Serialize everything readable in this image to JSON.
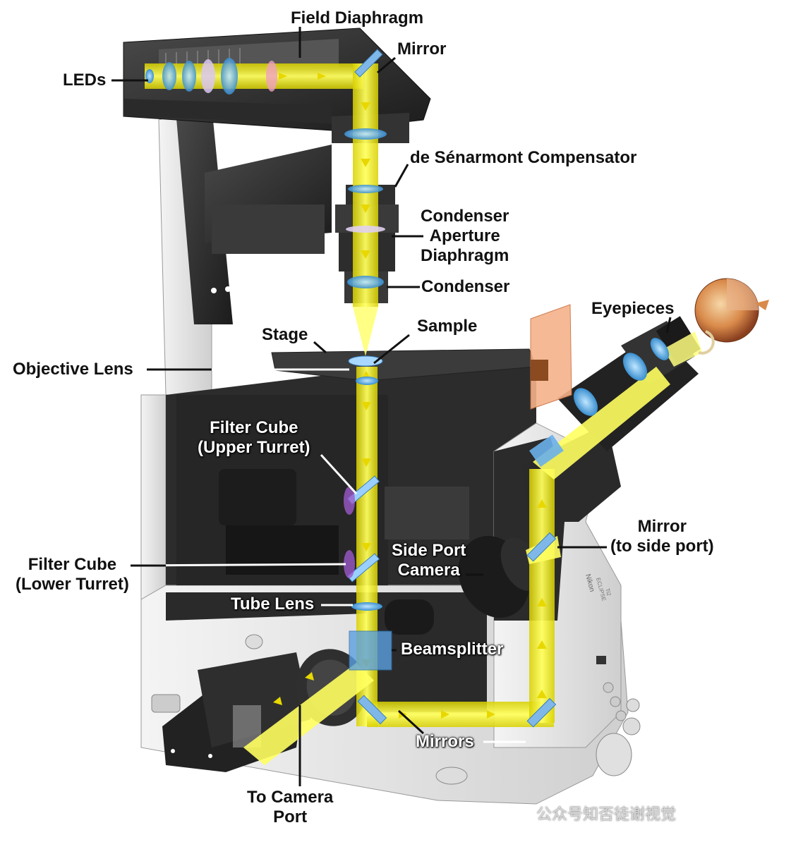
{
  "labels": {
    "field_diaphragm": "Field Diaphragm",
    "mirror_top": "Mirror",
    "leds": "LEDs",
    "compensator": "de Sénarmont Compensator",
    "condenser_aperture": [
      "Condenser",
      "Aperture",
      "Diaphragm"
    ],
    "condenser": "Condenser",
    "eyepieces": "Eyepieces",
    "stage": "Stage",
    "sample": "Sample",
    "objective_lens": "Objective Lens",
    "filter_cube_upper": [
      "Filter Cube",
      "(Upper Turret)"
    ],
    "mirror_side": [
      "Mirror",
      "(to side port)"
    ],
    "side_port_camera": [
      "Side Port",
      "Camera"
    ],
    "filter_cube_lower": [
      "Filter Cube",
      "(Lower Turret)"
    ],
    "tube_lens": "Tube Lens",
    "beamsplitter": "Beamsplitter",
    "mirrors_bottom": "Mirrors",
    "to_camera_port": [
      "To Camera",
      "Port"
    ]
  },
  "body_brand": [
    "Nikon",
    "ECLIPSE",
    "Ti2"
  ],
  "watermark": "公众号知否徒谢视觉",
  "colors": {
    "light_beam": "#f4f000",
    "beam_arrow": "#e8d800",
    "lens": "#4aa6e8",
    "body_dark": "#2b2b2b",
    "body_light": "#e8e8e8",
    "filter_orange": "#f0a070"
  }
}
